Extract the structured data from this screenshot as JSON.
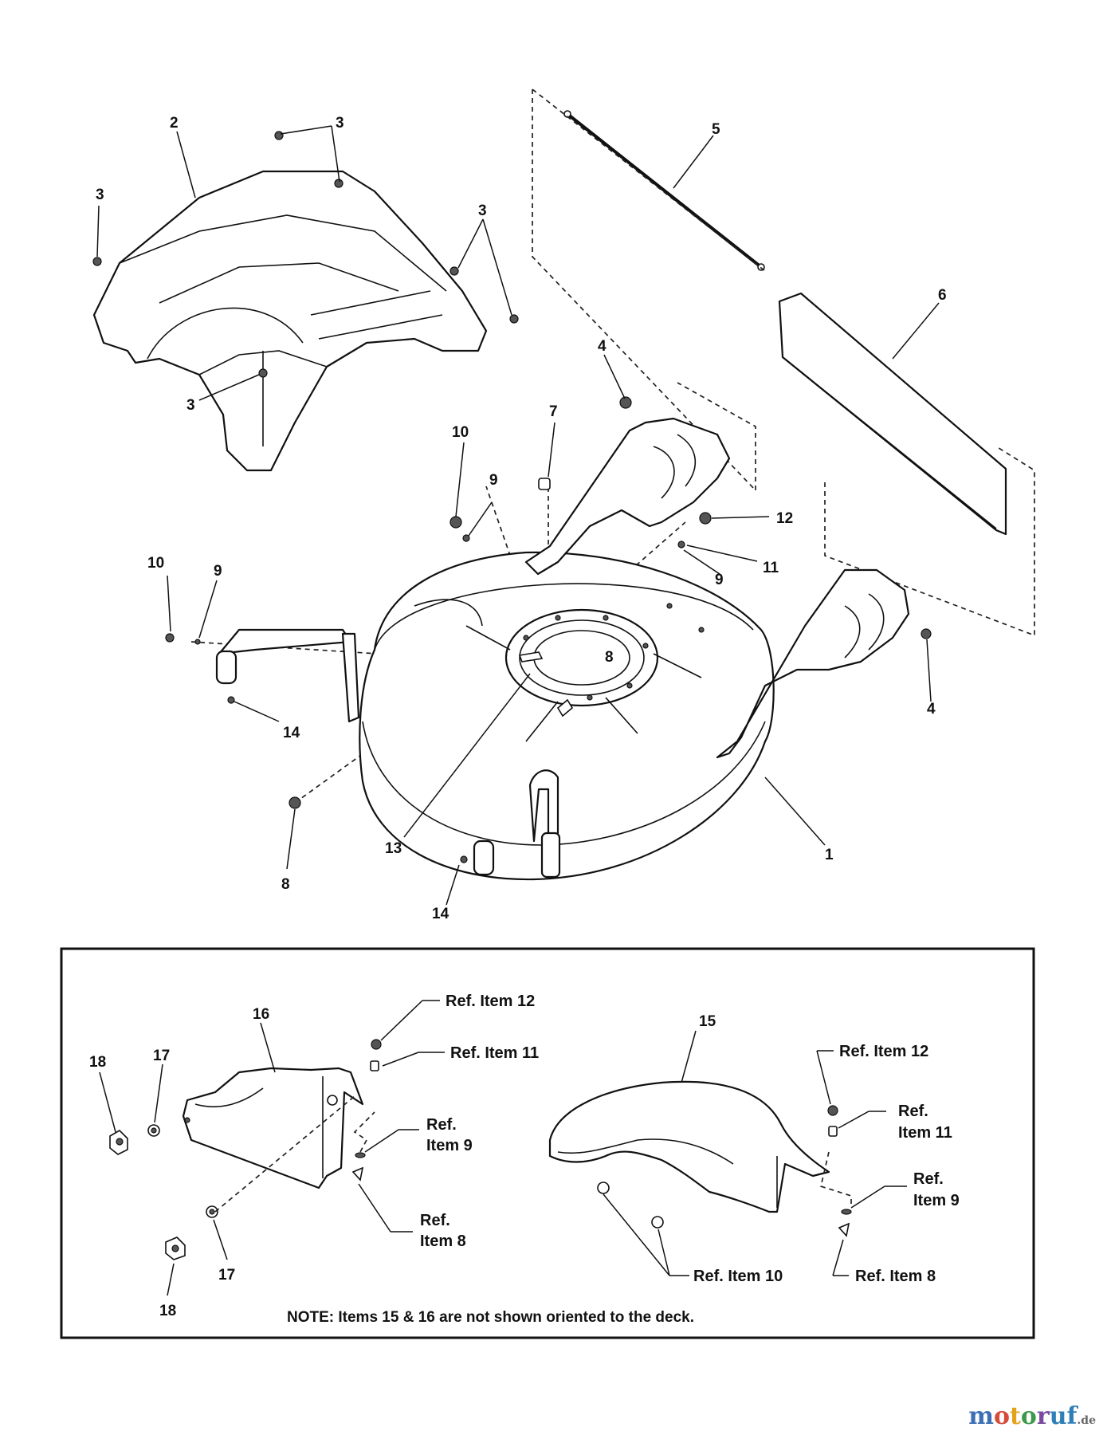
{
  "callouts": {
    "c1": "1",
    "c2": "2",
    "c3": "3",
    "c4": "4",
    "c5": "5",
    "c6": "6",
    "c7": "7",
    "c8": "8",
    "c9": "9",
    "c10": "10",
    "c11": "11",
    "c12": "12",
    "c13": "13",
    "c14": "14",
    "c15": "15",
    "c16": "16",
    "c17": "17",
    "c18": "18"
  },
  "inset": {
    "ref_item_12": "Ref. Item 12",
    "ref_item_11": "Ref. Item 11",
    "ref": "Ref.",
    "item_9": "Item 9",
    "item_8": "Item 8",
    "item_11": "Item 11",
    "ref_item_10": "Ref. Item 10",
    "ref_item_8": "Ref. Item 8",
    "note": "NOTE: Items 15 & 16 are not shown oriented to the deck."
  },
  "watermark": {
    "p1": "m",
    "p2": "o",
    "p3": "t",
    "p4": "o",
    "p5": "r",
    "p6": "uf",
    "suffix": ".de"
  },
  "colors": {
    "line": "#111111",
    "watermark_blue": "#3d6fb6",
    "watermark_red": "#d64b3a"
  }
}
